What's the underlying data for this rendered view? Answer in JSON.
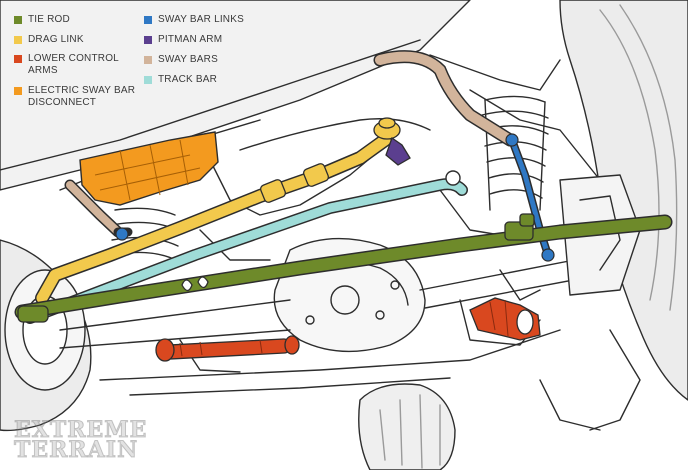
{
  "legend": [
    {
      "id": "tie-rod",
      "label": "TIE ROD",
      "color": "#6e8a2a"
    },
    {
      "id": "drag-link",
      "label": "DRAG LINK",
      "color": "#f2c94c"
    },
    {
      "id": "lower-control-arms",
      "label": "LOWER CONTROL\nARMS",
      "color": "#d9481f"
    },
    {
      "id": "electric-sway-bar-disconnect",
      "label": "ELECTRIC SWAY BAR\nDISCONNECT",
      "color": "#f39a1f"
    },
    {
      "id": "sway-bar-links",
      "label": "SWAY BAR LINKS",
      "color": "#2f78c4"
    },
    {
      "id": "pitman-arm",
      "label": "PITMAN ARM",
      "color": "#5b3f8f"
    },
    {
      "id": "sway-bars",
      "label": "SWAY BARS",
      "color": "#d2b49b"
    },
    {
      "id": "track-bar",
      "label": "TRACK BAR",
      "color": "#9fdcd8"
    }
  ],
  "watermark": "EXTREME\nTERRAIN"
}
